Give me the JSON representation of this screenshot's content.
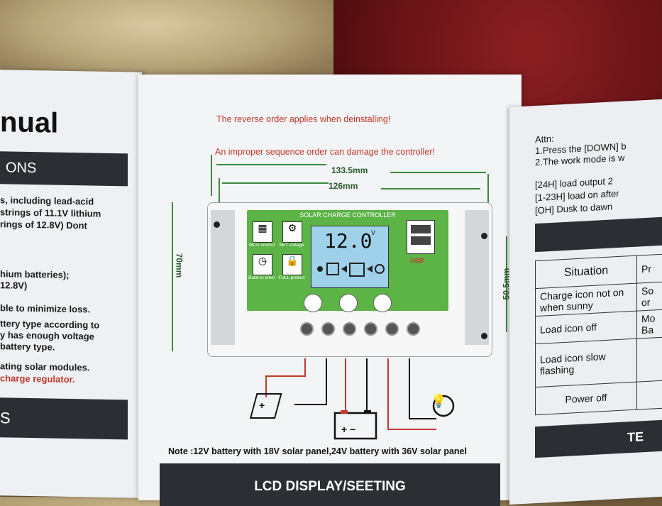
{
  "left_page": {
    "title": "nual",
    "section1": "ONS",
    "lines": [
      "s, including  lead-acid",
      "strings of 11.1V lithium",
      "rings of 12.8V)  Dont",
      "hium batteries);",
      "12.8V)",
      "ble to minimize loss.",
      "ttery type according to",
      "y has enough voltage",
      "battery type.",
      "ating solar modules."
    ],
    "red_line": "charge regulator.",
    "section2": "S"
  },
  "center_page": {
    "warning1": "The reverse order applies when deinstalling!",
    "warning2": "An improper sequence order can damage the controller!",
    "dim_outer": "133.5mm",
    "dim_inner": "126mm",
    "dim_height": "70mm",
    "dim_hole": "50.5mm",
    "controller": {
      "label": "SOLAR CHARGE CONTROLLER",
      "lcd_value": "12.0",
      "lcd_unit": "V",
      "icons": [
        {
          "name": "mcu",
          "caption": "MCU control",
          "glyph": "▦"
        },
        {
          "name": "set",
          "caption": "SET voltage",
          "glyph": "⚙"
        },
        {
          "name": "timer",
          "caption": "Build-in timer",
          "glyph": "◷"
        },
        {
          "name": "protect",
          "caption": "FULL protect",
          "glyph": "🔒"
        }
      ],
      "usb_label": "USB"
    },
    "note": "Note :12V battery with 18V solar panel,24V battery with 36V solar panel",
    "section": "LCD DISPLAY/SEETING"
  },
  "right_page": {
    "attn": "Attn:",
    "line1": "1.Press the [DOWN] b",
    "line2": "2.The work mode is w",
    "mode1": "[24H]    load output 2",
    "mode2": "[1-23H] load on after",
    "mode3": "[OH]      Dusk to dawn",
    "table": {
      "header": [
        "Situation",
        "Pr"
      ],
      "rows": [
        [
          "Charge icon not on when sunny",
          "So or"
        ],
        [
          "Load icon off",
          "Mo Ba"
        ],
        [
          "Load icon slow flashing",
          ""
        ],
        [
          "Power off",
          ""
        ]
      ]
    },
    "bottom_bar": "TE"
  },
  "colors": {
    "warning": "#c0392b",
    "dimension": "#3c8a3c",
    "panel_green": "#5cb346",
    "lcd_blue": "#9fd2ea",
    "dark_bar": "#2b2e33"
  }
}
